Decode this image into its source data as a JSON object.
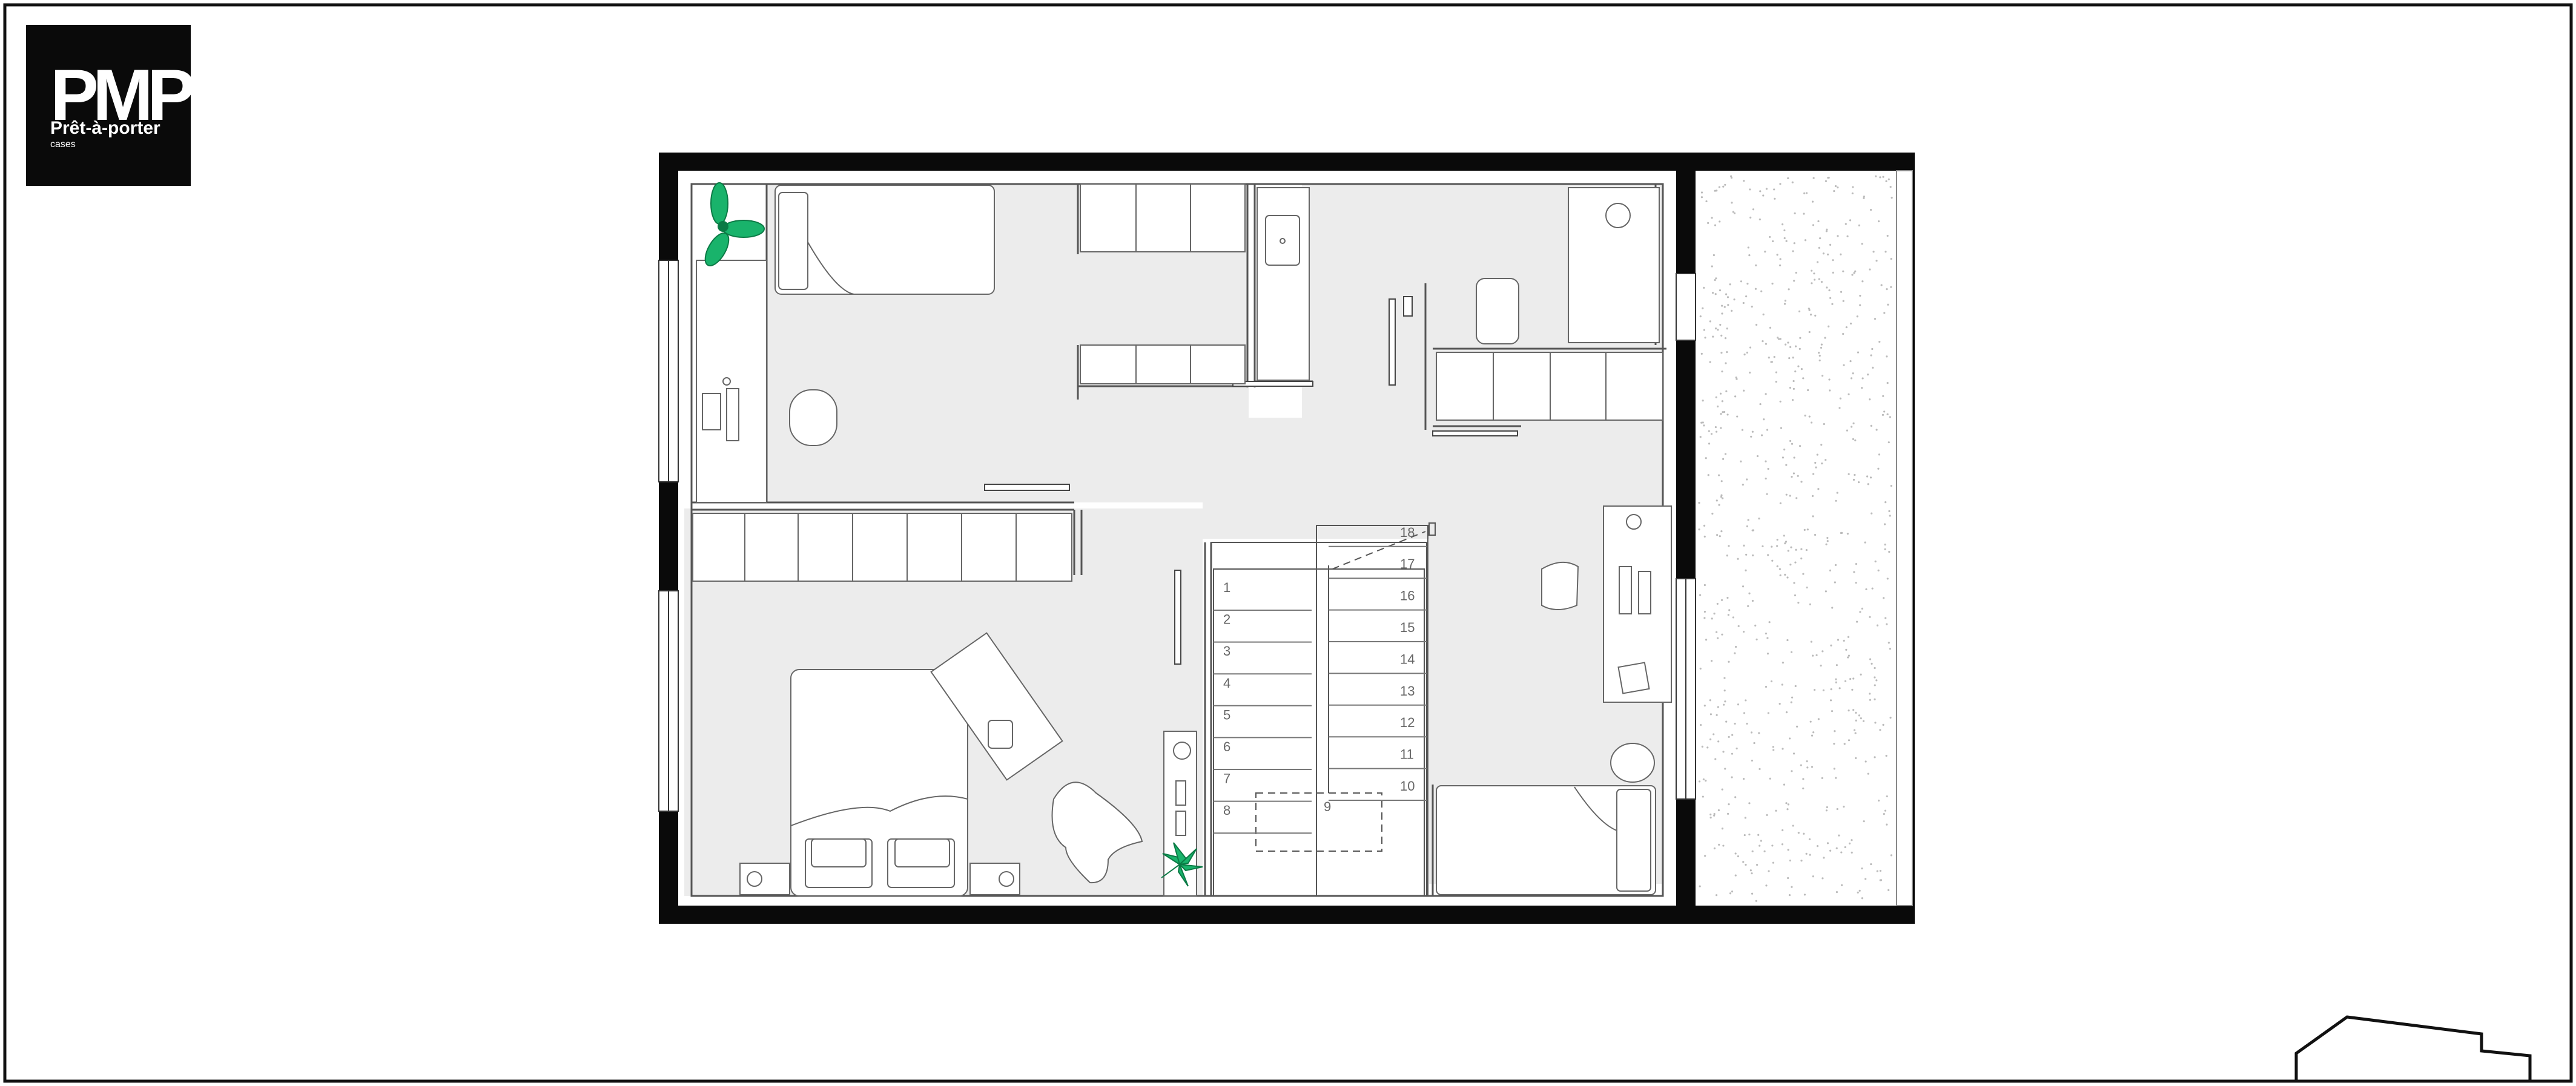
{
  "logo": {
    "mark": "PMP",
    "brand": "Prêt-à-porter",
    "sub": "cases"
  },
  "stairs": {
    "steps_left": [
      "1",
      "2",
      "3",
      "4",
      "5",
      "6",
      "7",
      "8"
    ],
    "step_bottom": "9",
    "steps_right": [
      "10",
      "11",
      "12",
      "13",
      "14",
      "15",
      "16",
      "17",
      "18"
    ]
  },
  "colors": {
    "wall": "#0a0a0a",
    "floor": "#eeeeee",
    "line": "#555555",
    "plant": "#19b36b",
    "plant_dark": "#0b7a45"
  }
}
